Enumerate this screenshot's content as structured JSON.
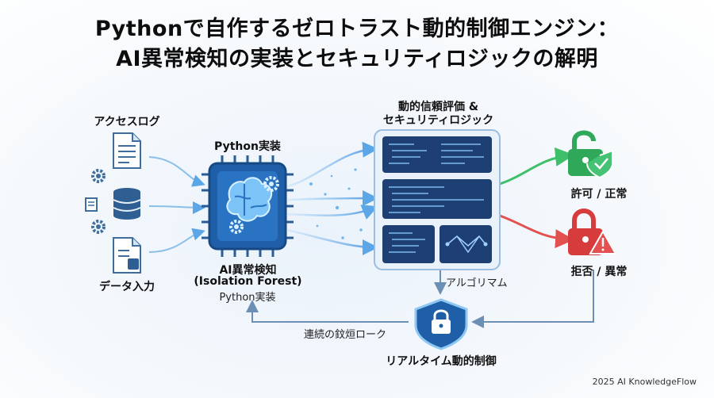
{
  "title": {
    "line1": "Pythonで自作するゼロトラスト動的制御エンジン：",
    "line2": "AI異常検知の実装とセキュリティロジックの解明"
  },
  "inputs": {
    "access_log": "アクセスログ",
    "data_input": "データ入力"
  },
  "ai_module": {
    "top_label": "Python実装",
    "name": "AI異常検知",
    "method": "(Isolation Forest)",
    "impl": "Python実装"
  },
  "logic_module": {
    "title_line1": "動的信頼評価 &",
    "title_line2": "セキュリティロジック",
    "algorithm_label": "アルゴリマム"
  },
  "outcomes": {
    "allow": "許可 / 正常",
    "deny": "拒否 / 異常"
  },
  "control": {
    "label": "リアルタイム動的制御",
    "feedback_label": "連続の鈫烜ローク"
  },
  "footer": "2025 AI KnowledgeFlow",
  "colors": {
    "chip_blue": "#1f5fa8",
    "panel_blue": "#1d3f73",
    "allow_green": "#2fa85a",
    "deny_red": "#d63c3c",
    "flow_blue": "#5aa6e6"
  }
}
